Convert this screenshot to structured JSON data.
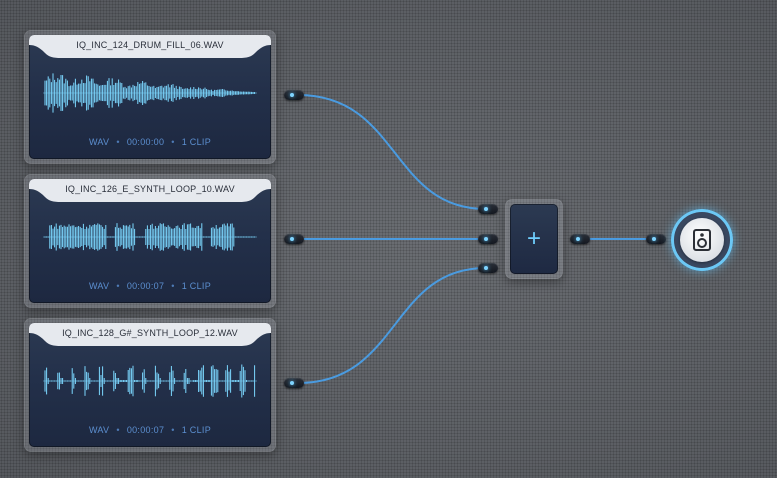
{
  "clips": [
    {
      "title": "IQ_INC_124_DRUM_FILL_06.WAV",
      "format": "WAV",
      "duration": "00:00:00",
      "clips_label": "1 CLIP",
      "waveform_style": "decay"
    },
    {
      "title": "IQ_INC_126_E_SYNTH_LOOP_10.WAV",
      "format": "WAV",
      "duration": "00:00:07",
      "clips_label": "1 CLIP",
      "waveform_style": "blocks"
    },
    {
      "title": "IQ_INC_128_G#_SYNTH_LOOP_12.WAV",
      "format": "WAV",
      "duration": "00:00:07",
      "clips_label": "1 CLIP",
      "waveform_style": "pulses"
    }
  ],
  "mixer": {
    "symbol": "+",
    "icon": "plus-icon"
  },
  "output": {
    "icon": "speaker-icon"
  },
  "colors": {
    "wire": "#4a9be0",
    "waveform": "#7cd8ff",
    "meta": "#5c8fd0",
    "accent": "#6cc8f5"
  }
}
